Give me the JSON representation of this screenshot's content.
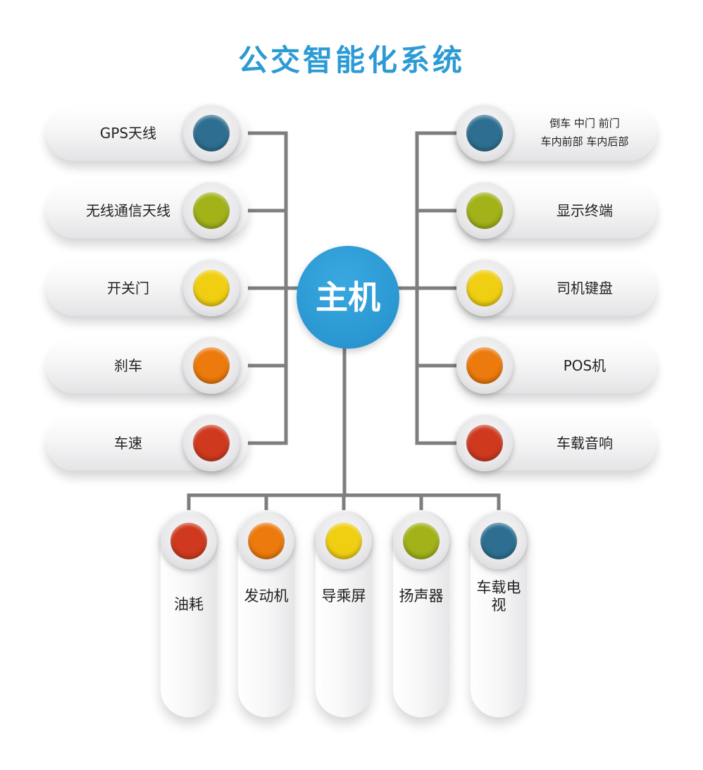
{
  "title": "公交智能化系统",
  "host_label": "主机",
  "colors": {
    "title": "#2c9bd4",
    "host": "#2a97d2",
    "connector": "#7e7e7e",
    "blue": "#2e6f91",
    "green": "#a2b219",
    "yellow": "#f0cf12",
    "orange": "#ec7a0c",
    "red": "#cf3a1f"
  },
  "left_items": [
    {
      "label": "GPS天线",
      "color": "blue"
    },
    {
      "label": "无线通信天线",
      "color": "green"
    },
    {
      "label": "开关门",
      "color": "yellow"
    },
    {
      "label": "刹车",
      "color": "orange"
    },
    {
      "label": "车速",
      "color": "red"
    }
  ],
  "right_items": [
    {
      "label": "倒车  中门  前门",
      "label2": "车内前部  车内后部",
      "color": "blue"
    },
    {
      "label": "显示终端",
      "color": "green"
    },
    {
      "label": "司机键盘",
      "color": "yellow"
    },
    {
      "label": "POS机",
      "color": "orange"
    },
    {
      "label": "车载音响",
      "color": "red"
    }
  ],
  "bottom_items": [
    {
      "label": "油耗",
      "color": "red"
    },
    {
      "label": "发动机",
      "color": "orange"
    },
    {
      "label": "导乘屏",
      "color": "yellow"
    },
    {
      "label": "扬声器",
      "color": "green"
    },
    {
      "label": "车载电视",
      "color": "blue"
    }
  ]
}
